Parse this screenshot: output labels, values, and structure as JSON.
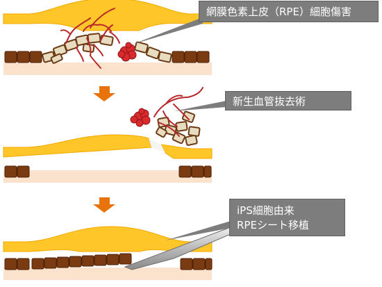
{
  "callouts": {
    "rpe_damage": "網膜色素上皮（RPE）細胞傷害",
    "surgery": "新生血管抜去術",
    "transplant_line1": "iPS細胞由来",
    "transplant_line2": "RPEシート移植"
  },
  "colors": {
    "retina_yellow": "#ffc629",
    "retina_edge": "#f2a900",
    "rpe_cell_brown": "#7a3a12",
    "damaged_cell_fill": "#e8dcc0",
    "choroid_peach": "#fbe2cc",
    "vessel_red": "#b8272a",
    "arrow_orange": "#e8720c",
    "callout_gray": "#7d7d7d"
  }
}
